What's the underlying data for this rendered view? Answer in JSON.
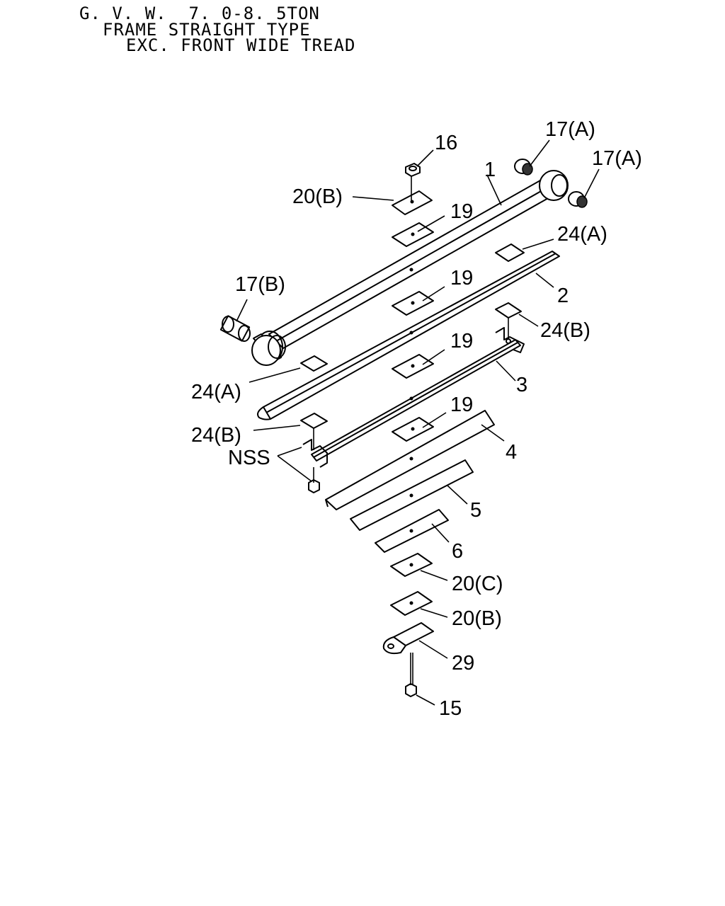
{
  "header": {
    "line1": "G. V. W.  7. 0-8. 5TON",
    "line2": "FRAME STRAIGHT TYPE",
    "line3": "EXC. FRONT WIDE TREAD"
  },
  "callouts": {
    "c1": "1",
    "c2": "2",
    "c3": "3",
    "c4": "4",
    "c5": "5",
    "c6": "6",
    "c15": "15",
    "c16": "16",
    "c17a_1": "17(A)",
    "c17a_2": "17(A)",
    "c17b": "17(B)",
    "c19_1": "19",
    "c19_2": "19",
    "c19_3": "19",
    "c19_4": "19",
    "c20b_1": "20(B)",
    "c20b_2": "20(B)",
    "c20c": "20(C)",
    "c24a_1": "24(A)",
    "c24a_2": "24(A)",
    "c24b_1": "24(B)",
    "c24b_2": "24(B)",
    "c29": "29",
    "nss": "NSS"
  }
}
